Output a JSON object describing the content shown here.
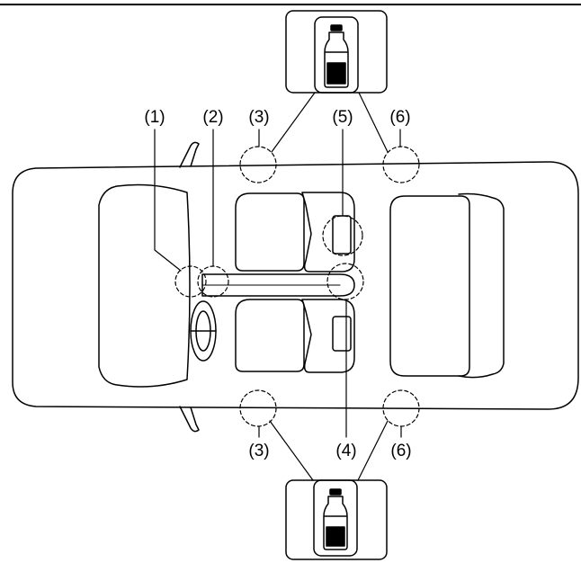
{
  "callouts": {
    "c1": "(1)",
    "c2": "(2)",
    "c3_top": "(3)",
    "c5": "(5)",
    "c6_top": "(6)",
    "c3_bottom": "(3)",
    "c4": "(4)",
    "c6_bottom": "(6)"
  },
  "icons": {
    "inset_top": "bottle-icon",
    "inset_bottom": "bottle-icon"
  },
  "colors": {
    "line": "#000000",
    "background": "#ffffff"
  }
}
